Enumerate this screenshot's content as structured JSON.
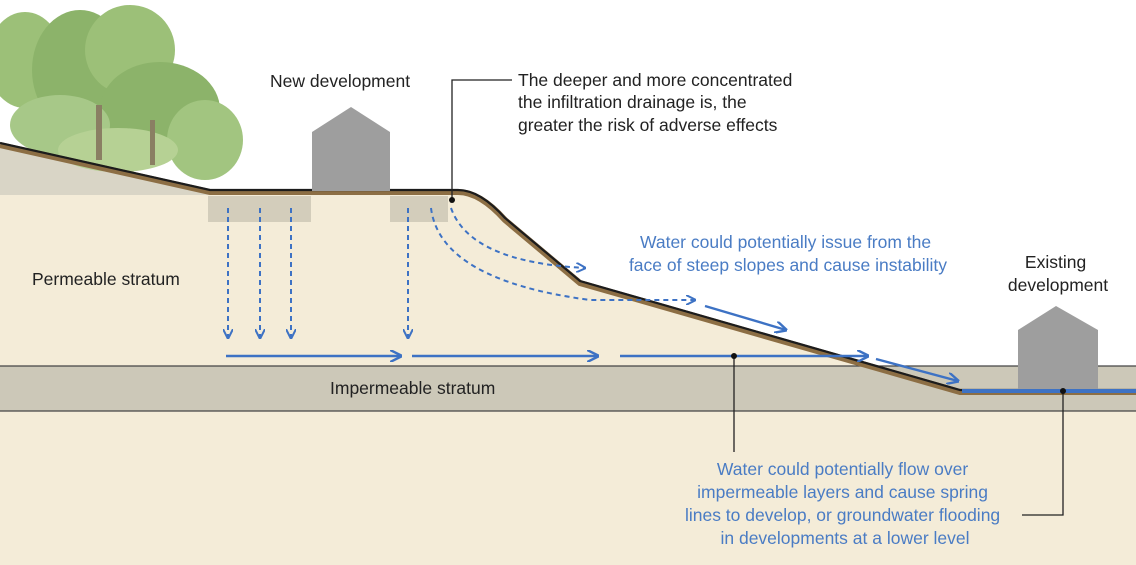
{
  "labels": {
    "new_development": "New development",
    "existing_line1": "Existing",
    "existing_line2": "development",
    "permeable": "Permeable stratum",
    "impermeable": "Impermeable stratum",
    "deeper": [
      "The deeper and more concentrated",
      "the infiltration drainage is, the",
      "greater the risk of adverse effects"
    ],
    "slopes": [
      "Water could potentially issue from the",
      "face of steep slopes and cause instability"
    ],
    "flow": [
      "Water could potentially flow over",
      "impermeable layers and cause spring",
      "lines to develop, or groundwater flooding",
      "in developments at a lower level"
    ]
  },
  "colors": {
    "soil": "#f4ecd8",
    "impermeable": "#ccc8b8",
    "building": "#9e9e9e",
    "tree": "#8cb36a",
    "water": "#3d72c4",
    "callout_text": "#4a7cc4"
  }
}
